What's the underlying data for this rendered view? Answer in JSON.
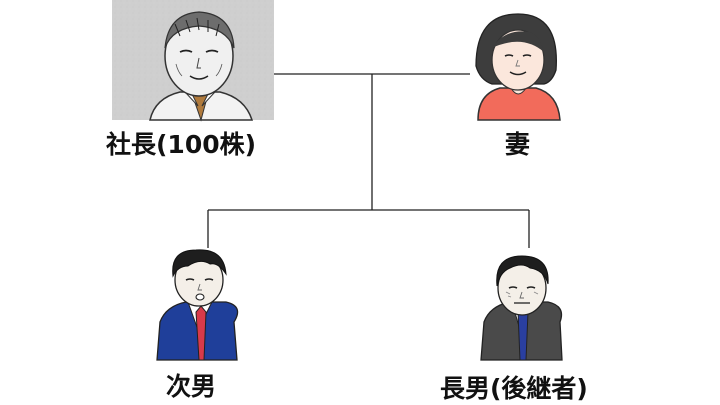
{
  "family_tree": {
    "president": {
      "label": "社長(100株)",
      "icon": "elderly-man-portrait-icon",
      "colors": {
        "background": "#cfcfcf",
        "tie": "#b07a3c"
      }
    },
    "wife": {
      "label": "妻",
      "icon": "woman-portrait-icon",
      "colors": {
        "top": "#f26b5b",
        "hair": "#3d3d3d"
      }
    },
    "second_son": {
      "label": "次男",
      "icon": "man-blue-suit-icon",
      "colors": {
        "suit": "#1f3f9a",
        "tie": "#d83a4a"
      }
    },
    "eldest_son": {
      "label": "長男(後継者)",
      "icon": "man-gray-suit-icon",
      "colors": {
        "suit": "#4a4a4a",
        "tie": "#2a3fa0"
      }
    },
    "line_color": "#222222"
  }
}
